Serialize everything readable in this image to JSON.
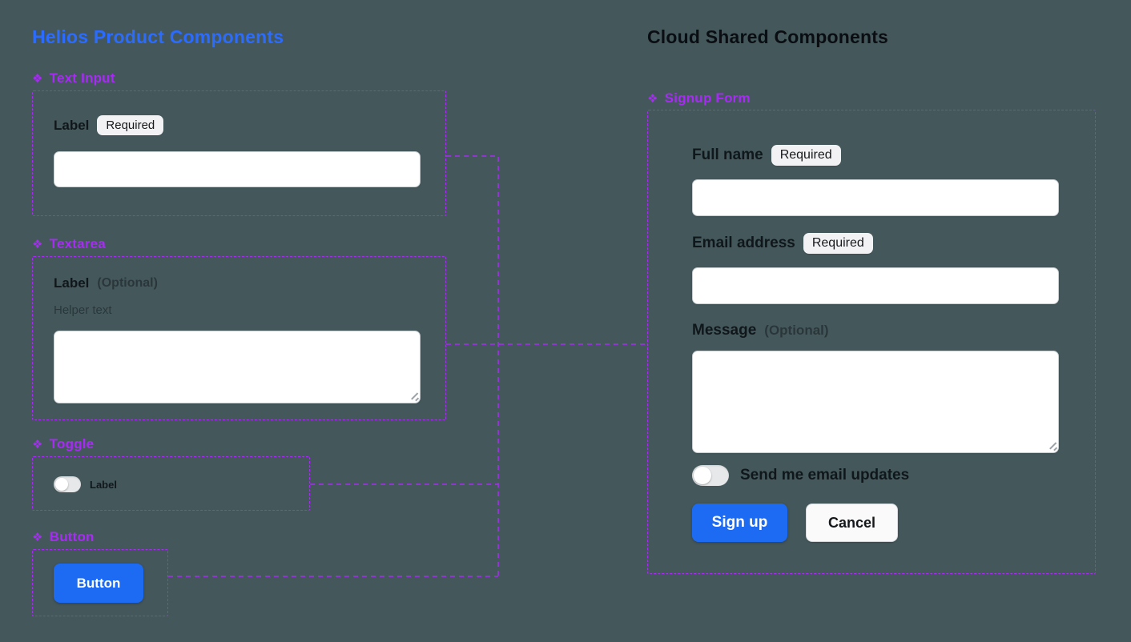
{
  "colors": {
    "background": "#44585C",
    "purple": "#A82AF5",
    "blue": "#1D6BF2",
    "blue_title": "#2B6CFF",
    "badge_bg": "#F2F2F4"
  },
  "icons": {
    "component_diamond": "❖"
  },
  "left": {
    "title": "Helios Product Components",
    "text_input": {
      "heading": "Text Input",
      "label": "Label",
      "badge": "Required",
      "input_value": "",
      "input_placeholder": ""
    },
    "textarea": {
      "heading": "Textarea",
      "label": "Label",
      "optional": "(Optional)",
      "helper": "Helper text",
      "value": ""
    },
    "toggle": {
      "heading": "Toggle",
      "label": "Label",
      "state": "off"
    },
    "button": {
      "heading": "Button",
      "label": "Button"
    }
  },
  "right": {
    "title": "Cloud Shared Components",
    "signup_form": {
      "heading": "Signup Form",
      "full_name": {
        "label": "Full name",
        "badge": "Required",
        "value": ""
      },
      "email": {
        "label": "Email address",
        "badge": "Required",
        "value": ""
      },
      "message": {
        "label": "Message",
        "optional": "(Optional)",
        "value": ""
      },
      "updates_toggle": {
        "label": "Send me email updates",
        "state": "off"
      },
      "submit_label": "Sign up",
      "cancel_label": "Cancel"
    }
  }
}
